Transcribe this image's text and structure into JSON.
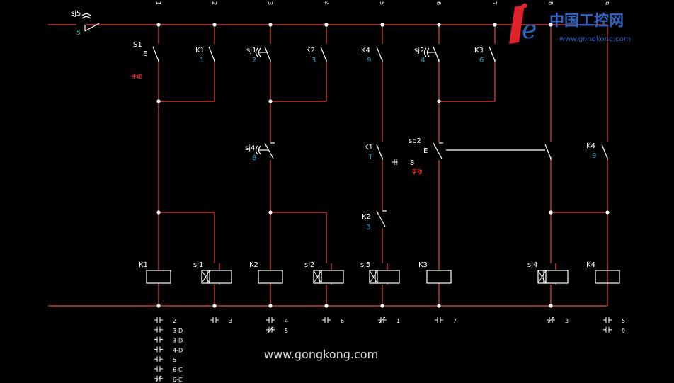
{
  "watermark": "www.gongkong.com",
  "logo": {
    "cn": "中国工控网",
    "url": "www.gongkong.com",
    "mark": "e"
  },
  "columns": [
    "1",
    "2",
    "3",
    "4",
    "5",
    "6",
    "7",
    "8",
    "9"
  ],
  "top_switch": {
    "name": "sj5",
    "num": "5"
  },
  "contacts": {
    "s1": "S1",
    "s1_mark": "E",
    "s1_note": "手动",
    "k1_top": "K1",
    "k1_top_num": "1",
    "sj1": "sj1",
    "sj1_num": "2",
    "k2_top": "K2",
    "k2_top_num": "3",
    "k4_top": "K4",
    "k4_top_num": "9",
    "sj2": "sj2",
    "sj2_num": "4",
    "k3_top": "K3",
    "k3_top_num": "6",
    "sj4": "sj4",
    "sj4_num": "8",
    "k1_mid": "K1",
    "k1_mid_num": "1",
    "k1_mid_side": "8",
    "k1_mid_note": "手动",
    "sb2": "sb2",
    "sb2_mark": "E",
    "k4_mid": "K4",
    "k4_mid_num": "9",
    "k2_low": "K2",
    "k2_low_num": "3"
  },
  "coils": [
    "K1",
    "sj1",
    "K2",
    "sj2",
    "sj5",
    "K3",
    "sj4",
    "K4"
  ],
  "xref": {
    "c1": [
      [
        "2",
        "no"
      ],
      [
        "3-D",
        "no"
      ],
      [
        "3-D",
        "no"
      ],
      [
        "4-D",
        "no"
      ],
      [
        "5",
        "no"
      ],
      [
        "6-C",
        "no"
      ],
      [
        "6-C",
        "nc"
      ]
    ],
    "c2": [
      [
        "3",
        "no"
      ]
    ],
    "c3": [
      [
        "4",
        "no"
      ],
      [
        "5",
        "nc"
      ]
    ],
    "c4": [
      [
        "6",
        "no"
      ]
    ],
    "c5": [
      [
        "1",
        "nc"
      ]
    ],
    "c6": [
      [
        "7",
        "no"
      ]
    ],
    "c8": [
      [
        "3",
        "nc"
      ]
    ],
    "c9": [
      [
        "5",
        "no"
      ],
      [
        "9",
        "no"
      ]
    ]
  }
}
